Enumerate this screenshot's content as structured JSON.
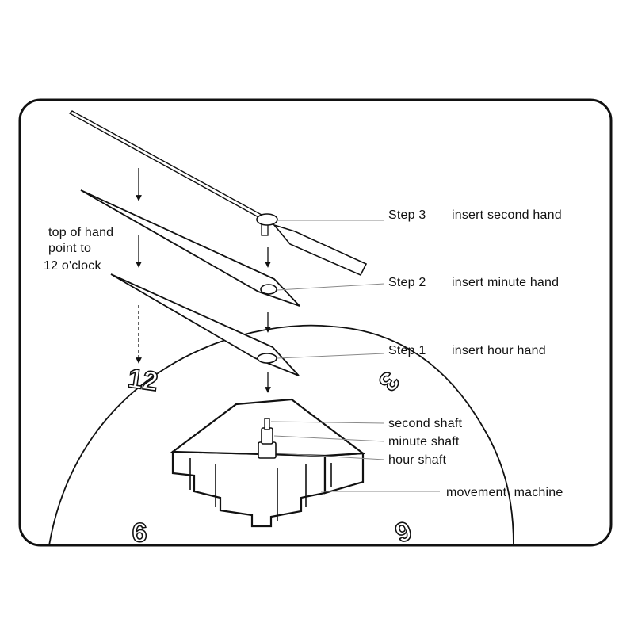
{
  "note": {
    "line1": "top of hand",
    "line2": "point to",
    "line3": "12 o'clock"
  },
  "steps": [
    {
      "step": "Step 3",
      "action": "insert second hand"
    },
    {
      "step": "Step 2",
      "action": "insert minute hand"
    },
    {
      "step": "Step 1",
      "action": "insert hour hand"
    }
  ],
  "parts": {
    "second_shaft": "second shaft",
    "minute_shaft": "minute shaft",
    "hour_shaft": "hour shaft",
    "movement": "movement  machine"
  },
  "dial": {
    "n12": "12",
    "n3": "3",
    "n9": "9",
    "n6": "6"
  },
  "colors": {
    "ink": "#111111",
    "paper": "#ffffff",
    "leader": "#8a8a8a"
  }
}
